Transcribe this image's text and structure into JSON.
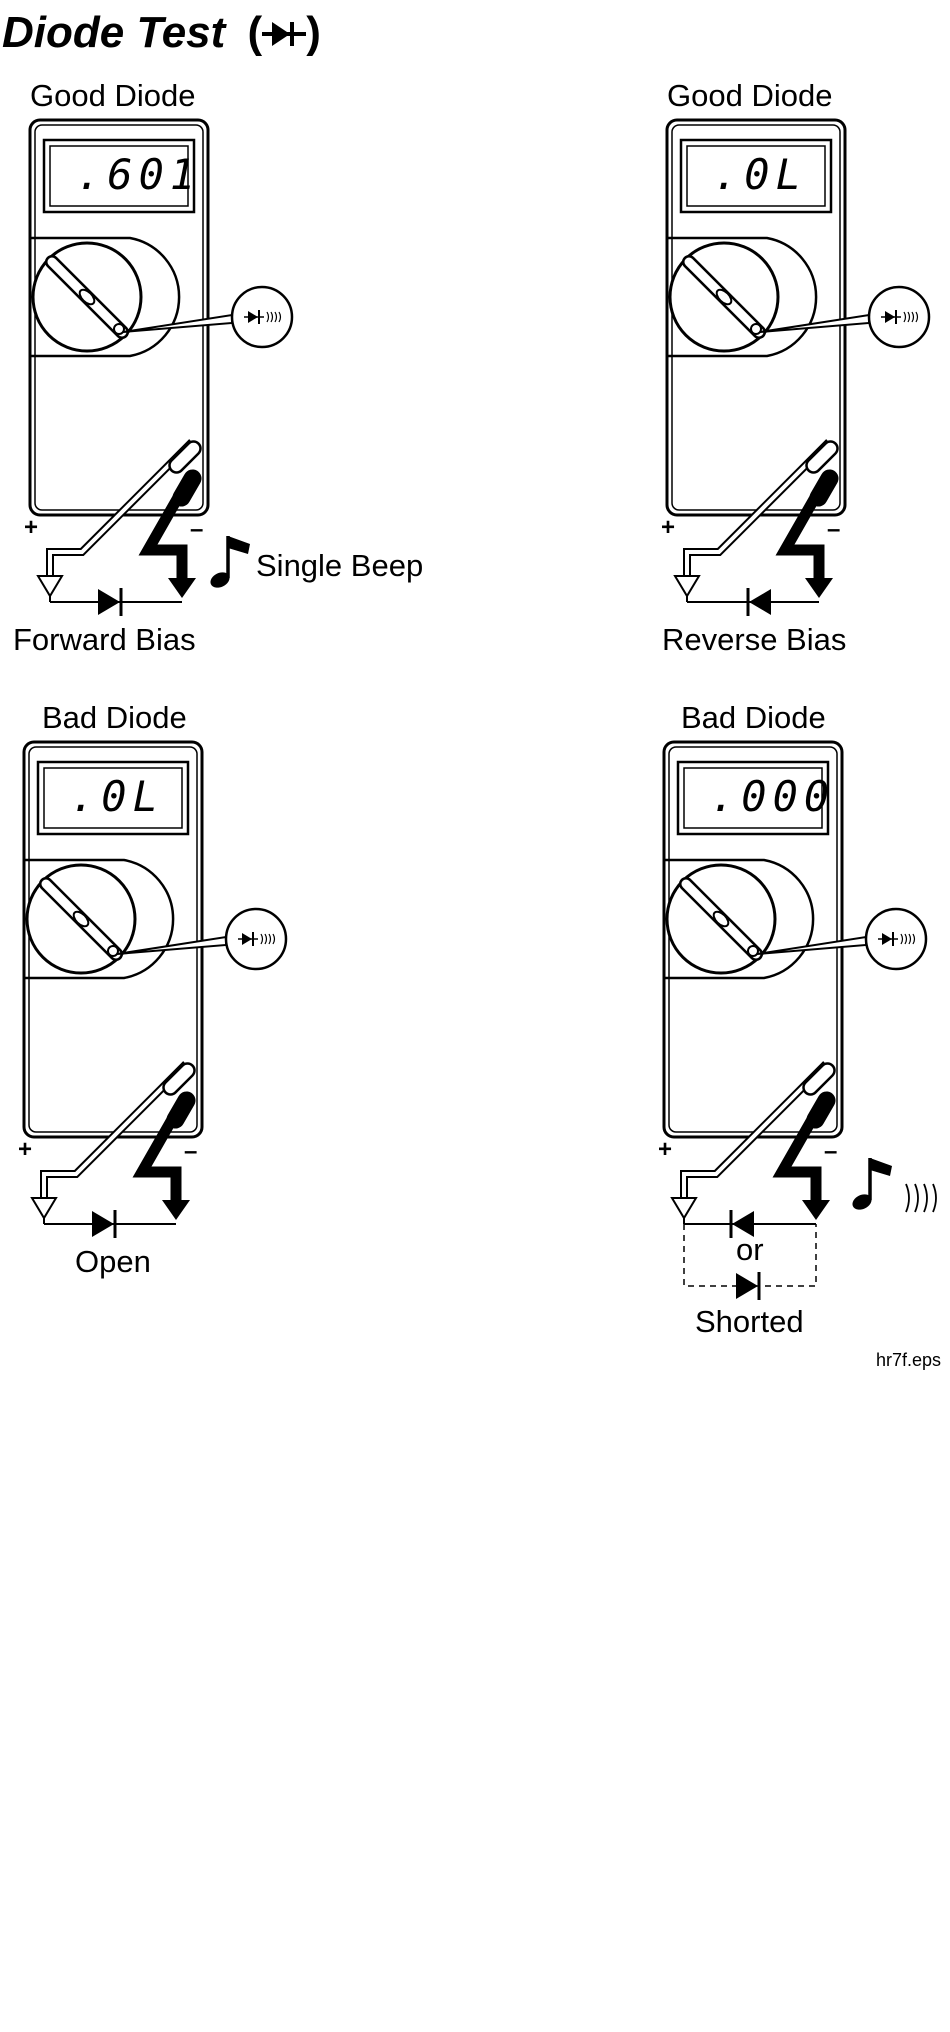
{
  "title": {
    "text": "Diode Test",
    "symbol": "(⯈⊢)"
  },
  "panels": [
    {
      "heading": "Good Diode",
      "display": ".601",
      "caption": "Forward Bias",
      "sound": "Single Beep",
      "diode_direction": "forward"
    },
    {
      "heading": "Good Diode",
      "display": ".0L",
      "caption": "Reverse Bias",
      "diode_direction": "reverse"
    },
    {
      "heading": "Bad Diode",
      "display": ".0L",
      "caption": "Open",
      "diode_direction": "forward"
    },
    {
      "heading": "Bad Diode",
      "display": ".000",
      "caption": "Shorted",
      "or_label": "or",
      "sound_icon": "continuous-beep",
      "diode_direction": "both"
    }
  ],
  "terminals": {
    "plus": "+",
    "minus": "–"
  },
  "icons": {
    "selector": "diode-symbol-icon",
    "beep": "music-note-icon"
  },
  "footer": {
    "filename": "hr7f.eps"
  }
}
